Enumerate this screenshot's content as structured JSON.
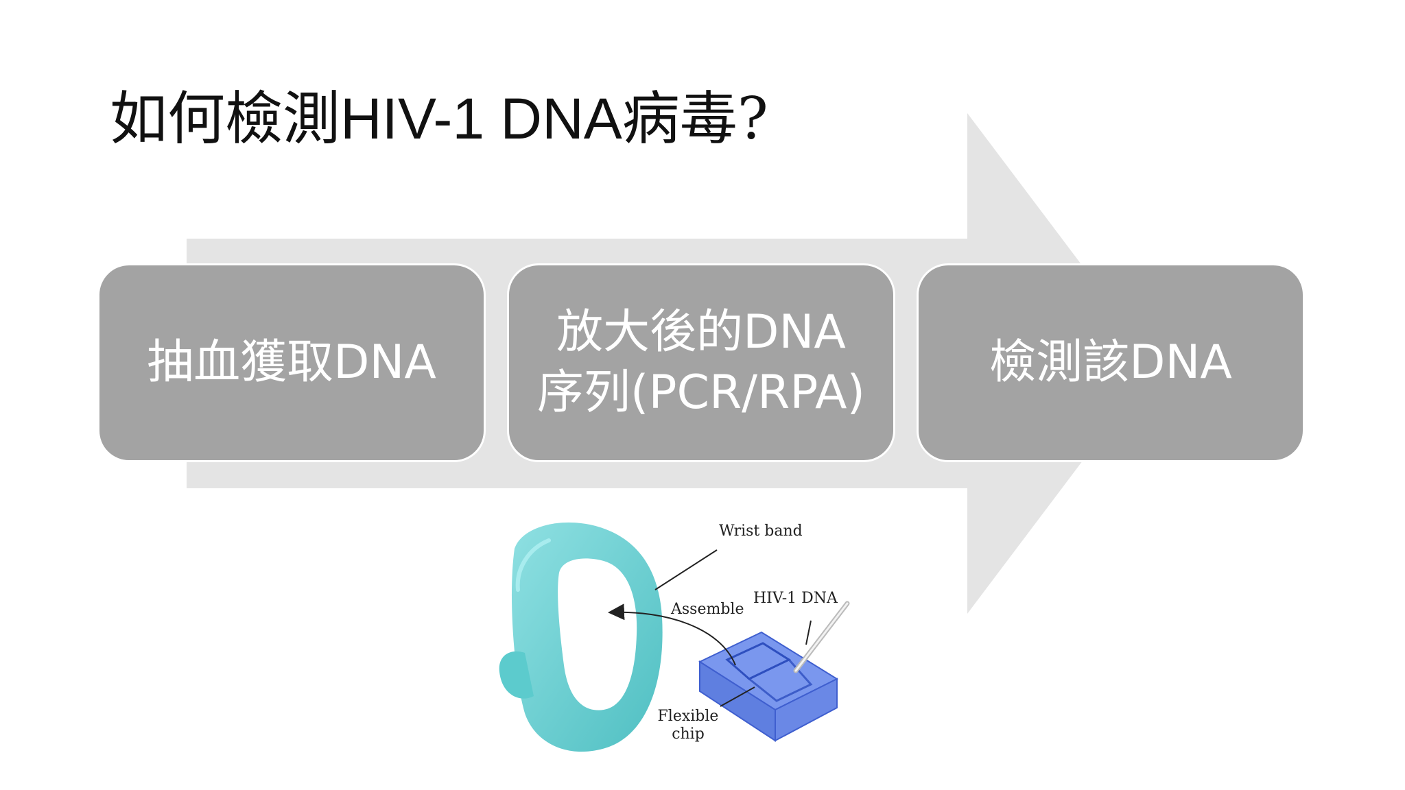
{
  "title": {
    "prefix": "如何檢測",
    "latin": "HIV-1 DNA",
    "suffix": "病毒?"
  },
  "steps": [
    {
      "lines": [
        "抽血獲取DNA"
      ]
    },
    {
      "lines": [
        "放大後的DNA",
        "序列(PCR/RPA)"
      ]
    },
    {
      "lines": [
        "檢測該DNA"
      ]
    }
  ],
  "figure": {
    "labels": {
      "wrist_band": "Wrist band",
      "assemble": "Assemble",
      "hiv_dna": "HIV-1 DNA",
      "flexible": "Flexible",
      "chip": "chip"
    }
  },
  "colors": {
    "arrow": "#e4e4e4",
    "box": "#a3a3a3",
    "box_text": "#ffffff",
    "band": "#6fd0d2",
    "chip": "#6f8fe8"
  }
}
